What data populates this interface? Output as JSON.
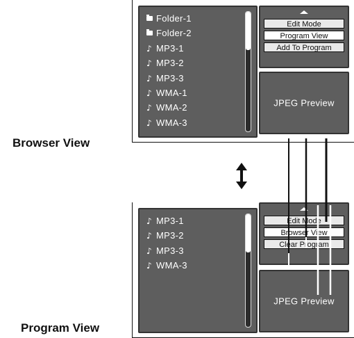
{
  "top": {
    "caption": "Browser View",
    "items": [
      {
        "icon": "folder-icon",
        "label": "Folder-1"
      },
      {
        "icon": "folder-icon",
        "label": "Folder-2"
      },
      {
        "icon": "music-note-icon",
        "label": "MP3-1"
      },
      {
        "icon": "music-note-icon",
        "label": "MP3-2"
      },
      {
        "icon": "music-note-icon",
        "label": "MP3-3"
      },
      {
        "icon": "music-note-icon",
        "label": "WMA-1"
      },
      {
        "icon": "music-note-icon",
        "label": "WMA-2"
      },
      {
        "icon": "music-note-icon",
        "label": "WMA-3"
      }
    ],
    "menu": [
      "Edit Mode",
      "Program View",
      "Add To Program"
    ],
    "selected_menu_index": 1,
    "preview": "JPEG Preview"
  },
  "bottom": {
    "caption": "Program View",
    "items": [
      {
        "icon": "music-note-icon",
        "label": "MP3-1"
      },
      {
        "icon": "music-note-icon",
        "label": "MP3-2"
      },
      {
        "icon": "music-note-icon",
        "label": "MP3-3"
      },
      {
        "icon": "music-note-icon",
        "label": "WMA-3"
      }
    ],
    "menu": [
      "Edit Mode",
      "Browser View",
      "Clear Program"
    ],
    "selected_menu_index": 1,
    "preview": "JPEG Preview"
  },
  "colors": {
    "panel": "#5e5e5e",
    "panel_border": "#333333",
    "text": "#ffffff"
  },
  "icons": {
    "transition": "double-arrow-vertical-icon",
    "note_glyph": "♪"
  }
}
